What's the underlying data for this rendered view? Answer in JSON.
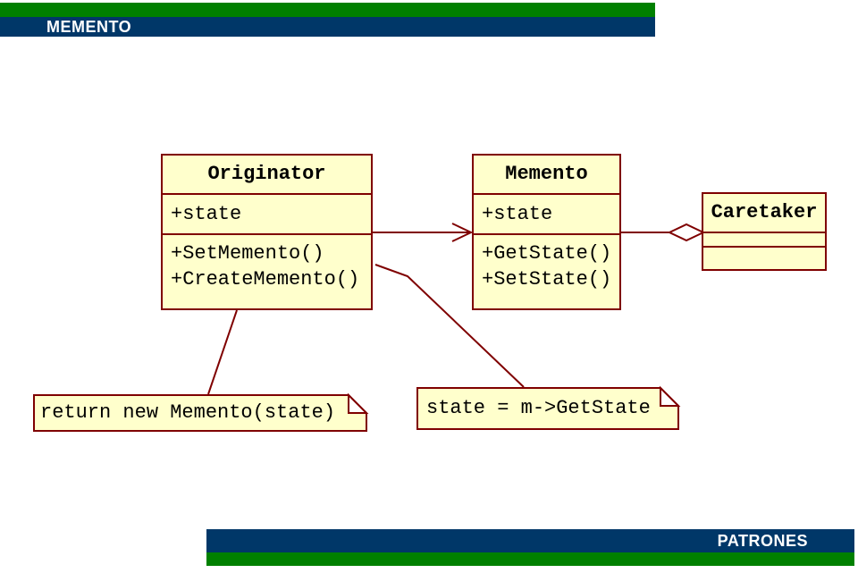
{
  "slide": {
    "header": {
      "label": "MEMENTO"
    },
    "footer": {
      "label": "PATRONES"
    }
  },
  "colors": {
    "bar_green": "#008000",
    "bar_navy": "#003768",
    "box_fill": "#FFFFCC",
    "line_maroon": "#7F0000",
    "text": "#000000"
  },
  "diagram": {
    "classes": [
      {
        "name": "Originator",
        "attributes": [
          "+state"
        ],
        "methods": [
          "+SetMemento()",
          "+CreateMemento()"
        ]
      },
      {
        "name": "Memento",
        "attributes": [
          "+state"
        ],
        "methods": [
          "+GetState()",
          "+SetState()"
        ]
      },
      {
        "name": "Caretaker",
        "attributes": [],
        "methods": []
      }
    ],
    "notes": [
      {
        "text": "return new Memento(state)"
      },
      {
        "text": "state = m->GetState"
      }
    ],
    "relations": [
      {
        "from": "Originator",
        "to": "Memento",
        "type": "directed-association"
      },
      {
        "from": "Memento",
        "to": "Caretaker",
        "type": "aggregation"
      },
      {
        "from": "Originator",
        "to": "note-1",
        "type": "note-anchor"
      },
      {
        "from": "Originator",
        "to": "note-2",
        "type": "note-anchor"
      }
    ]
  }
}
